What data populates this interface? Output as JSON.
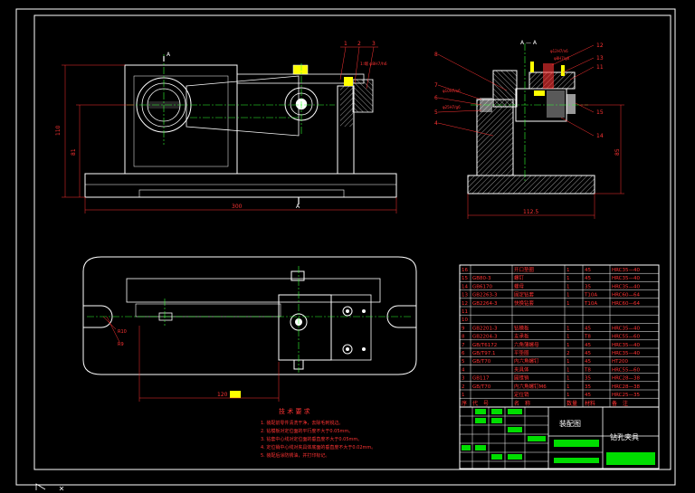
{
  "drawing": {
    "title_cn": "装配图",
    "part_name": "钻孔夹具",
    "section_label": "A — A",
    "section_mark_a": "A",
    "dim_width_front": "300",
    "dim_height_110": "110",
    "dim_height_81": "81",
    "dim_height_side_85": "85",
    "dim_width_side": "112.5",
    "dim_plan_120": "120",
    "dim_plan_r": "R9",
    "dim_plan_r2": "R10",
    "fit_note_1": "1:端 φ8H7/h6",
    "fit_note_2": "φ12H7/n6",
    "fit_note_3": "φ8H7/g6",
    "fit_note_4": "φ10H7/n6",
    "fit_note_5": "φ25H7/g6"
  },
  "balloons_front": [
    "1",
    "2",
    "3"
  ],
  "balloons_side_left": [
    "8",
    "7",
    "6",
    "5",
    "4"
  ],
  "balloons_side_right": [
    "12",
    "13",
    "11",
    "15",
    "14"
  ],
  "tech_req": {
    "title": "技 术 要 求",
    "items": [
      "1. 装配前零件清洗干净，去除毛刺锐边。",
      "2. 钻模板对定位面的平行度不大于0.05mm。",
      "3. 钻套中心线对定位面的垂直度不大于0.05mm。",
      "4. 定位销中心线对夹具体底面的垂直度不大于0.02mm。",
      "5. 装配后涂防锈油，并打印标记。"
    ]
  },
  "bom": {
    "headers": [
      "序",
      "代　号",
      "名　称",
      "数量",
      "材料",
      "备　注"
    ],
    "rows": [
      [
        "16",
        "",
        "开口垫圈",
        "1",
        "45",
        "HRC35—40"
      ],
      [
        "15",
        "GB80-3",
        "螺钉",
        "1",
        "45",
        "HRC35—40"
      ],
      [
        "14",
        "GB6170",
        "螺母",
        "1",
        "35",
        "HRC35—40"
      ],
      [
        "13",
        "GB2263-3",
        "固定钻套",
        "1",
        "T10A",
        "HRC60—64"
      ],
      [
        "12",
        "GB2264-3",
        "快换钻套",
        "1",
        "T10A",
        "HRC60—64"
      ],
      [
        "11",
        "",
        "",
        "",
        "",
        ""
      ],
      [
        "10",
        "",
        "",
        "",
        "",
        ""
      ],
      [
        "9",
        "GB2201-3",
        "钻模板",
        "1",
        "45",
        "HRC35—40"
      ],
      [
        "8",
        "GB2204-3",
        "支承板",
        "1",
        "T8",
        "HRC55—60"
      ],
      [
        "7",
        "GB/T6172",
        "六角薄螺母",
        "1",
        "45",
        "HRC35—40"
      ],
      [
        "6",
        "GB/T97.1",
        "平垫圈",
        "2",
        "45",
        "HRC35—40"
      ],
      [
        "5",
        "GB/T70",
        "内六角螺钉",
        "1",
        "45",
        "HT200"
      ],
      [
        "4",
        "",
        "夹具体",
        "1",
        "T8",
        "HRC55—60"
      ],
      [
        "3",
        "GB117",
        "圆锥销",
        "1",
        "35",
        "HRC28—38"
      ],
      [
        "2",
        "GB/T70",
        "内六角螺钉M6",
        "1",
        "35",
        "HRC28—38"
      ],
      [
        "1",
        "",
        "定位销",
        "1",
        "45",
        "HRC25—35"
      ]
    ]
  },
  "colors": {
    "background": "#000000",
    "outline": "#ffffff",
    "dimension": "#ff3333",
    "centerline": "#33ff33",
    "text_table": "#ff3333",
    "yellow": "#ffff00",
    "hatch": "#ffffff",
    "green_block": "#00dd00"
  }
}
